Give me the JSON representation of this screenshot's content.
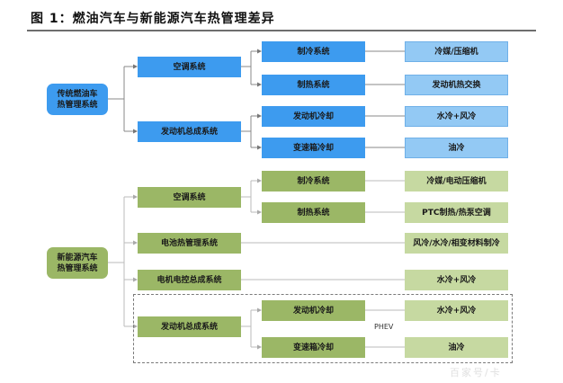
{
  "title": "图 1：燃油汽车与新能源汽车热管理差异",
  "colors": {
    "blue_dark": "#3d9bef",
    "blue_light": "#93c9f4",
    "green_dark": "#9bb766",
    "green_light": "#c6d9a1"
  },
  "fuel_vehicle": {
    "root": "传统燃油车\n热管理系统",
    "ac_system": "空调系统",
    "engine_assembly": "发动机总成系统",
    "cooling_system": "制冷系统",
    "heating_system": "制热系统",
    "engine_cooling": "发动机冷却",
    "gearbox_cooling": "变速箱冷却",
    "cooling_solution": "冷媒/压缩机",
    "heating_solution": "发动机热交换",
    "engine_cooling_solution": "水冷+风冷",
    "gearbox_cooling_solution": "油冷"
  },
  "nev": {
    "root": "新能源汽车\n热管理系统",
    "ac_system": "空调系统",
    "battery_system": "电池热管理系统",
    "motor_system": "电机电控总成系统",
    "engine_assembly": "发动机总成系统",
    "cooling_system": "制冷系统",
    "heating_system": "制热系统",
    "engine_cooling": "发动机冷却",
    "gearbox_cooling": "变速箱冷却",
    "cooling_solution": "冷媒/电动压缩机",
    "heating_solution": "PTC制热/热泵空调",
    "battery_solution": "风冷/水冷/相变材料制冷",
    "motor_solution": "水冷+风冷",
    "engine_cooling_solution": "水冷+风冷",
    "gearbox_cooling_solution": "油冷",
    "phev_label": "PHEV"
  },
  "watermark": "百家号/卡"
}
